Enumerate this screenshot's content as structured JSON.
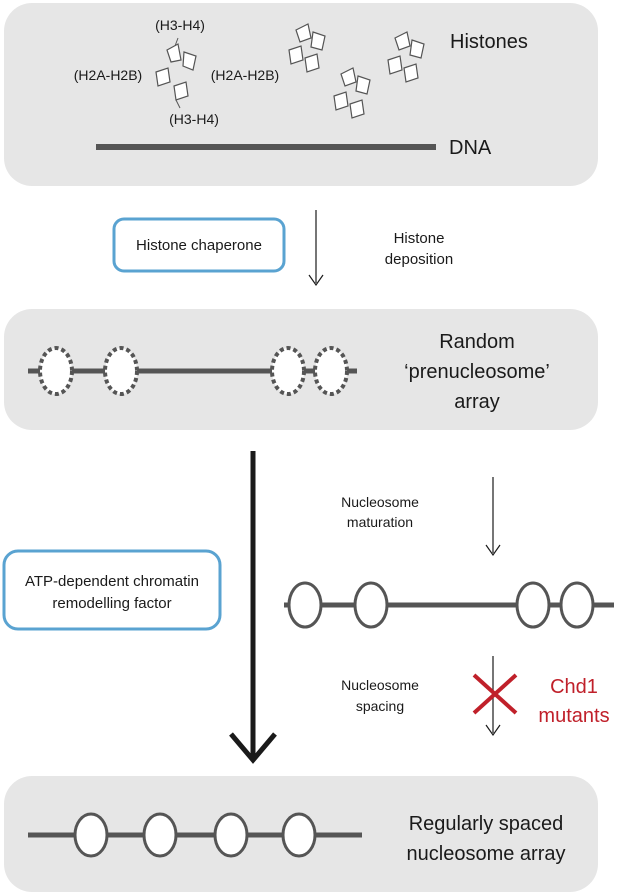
{
  "panel1": {
    "histones_label": "Histones",
    "dna_label": "DNA",
    "h3h4_top": "(H3-H4)",
    "h3h4_bottom": "(H3-H4)",
    "h2ah2b_left": "(H2A-H2B)",
    "h2ah2b_right": "(H2A-H2B)"
  },
  "step1": {
    "chaperone_label": "Histone chaperone",
    "deposition_line1": "Histone",
    "deposition_line2": "deposition"
  },
  "panel2": {
    "line1": "Random",
    "line2": "‘prenucleosome’",
    "line3": "array"
  },
  "step2": {
    "maturation_line1": "Nucleosome",
    "maturation_line2": "maturation",
    "remodeller_line1": "ATP-dependent chromatin",
    "remodeller_line2": "remodelling factor",
    "spacing_line1": "Nucleosome",
    "spacing_line2": "spacing",
    "mutant_line1": "Chd1",
    "mutant_line2": "mutants"
  },
  "panel3": {
    "line1": "Regularly spaced",
    "line2": "nucleosome array"
  },
  "colors": {
    "panel_bg": "#e6e6e6",
    "dna": "#555555",
    "box_border": "#5aa3d1",
    "mutant_red": "#c0202a"
  }
}
